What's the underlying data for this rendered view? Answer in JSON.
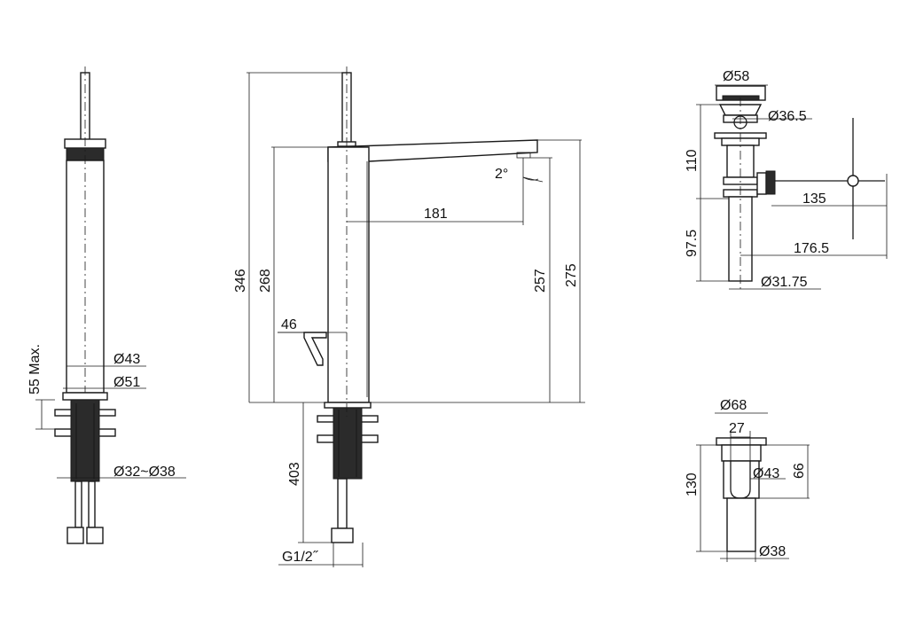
{
  "dimensions": {
    "side_view": {
      "d43": "Ø43",
      "d51": "Ø51",
      "d32_38": "Ø32~Ø38",
      "max55": "55 Max."
    },
    "front_view": {
      "h346": "346",
      "h268": "268",
      "w46": "46",
      "h403": "403",
      "thread": "G1/2˝",
      "w181": "181",
      "angle": "2°",
      "h257": "257",
      "h275": "275"
    },
    "drain_view": {
      "d58": "Ø58",
      "d365": "Ø36.5",
      "h110": "110",
      "w135": "135",
      "h975": "97.5",
      "w1765": "176.5",
      "d3175": "Ø31.75"
    },
    "trap_view": {
      "d68": "Ø68",
      "w27": "27",
      "d43": "Ø43",
      "h66": "66",
      "h130": "130",
      "d38": "Ø38"
    }
  },
  "colors": {
    "line": "#1a1a1a",
    "background": "#ffffff"
  }
}
